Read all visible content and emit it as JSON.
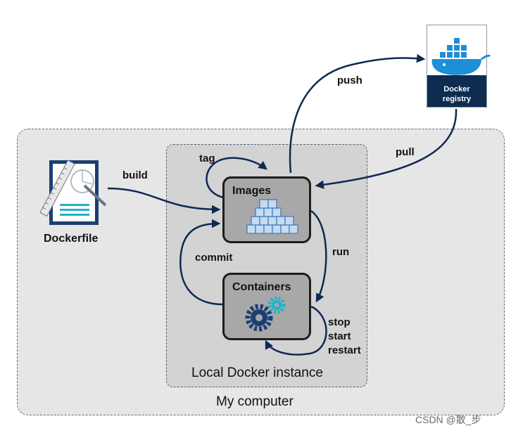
{
  "boxes": {
    "my_computer": "My computer",
    "local_instance": "Local Docker instance",
    "images": "Images",
    "containers": "Containers"
  },
  "dockerfile": {
    "label": "Dockerfile"
  },
  "registry": {
    "line1": "Docker",
    "line2": "registry"
  },
  "arrows": {
    "build": "build",
    "tag": "tag",
    "push": "push",
    "pull": "pull",
    "run": "run",
    "commit": "commit",
    "lifecycle": [
      "stop",
      "start",
      "restart"
    ]
  },
  "watermark": "CSDN @散_步",
  "icons": [
    "dockerfile-icon",
    "docker-whale-icon",
    "image-stack-icon",
    "gears-icon"
  ],
  "colors": {
    "arrow": "#0e2a52",
    "box_fill": "#a8a8a8",
    "registry_band": "#0d2c50",
    "accent_blue": "#3a78c2",
    "teal": "#23b2c9"
  }
}
